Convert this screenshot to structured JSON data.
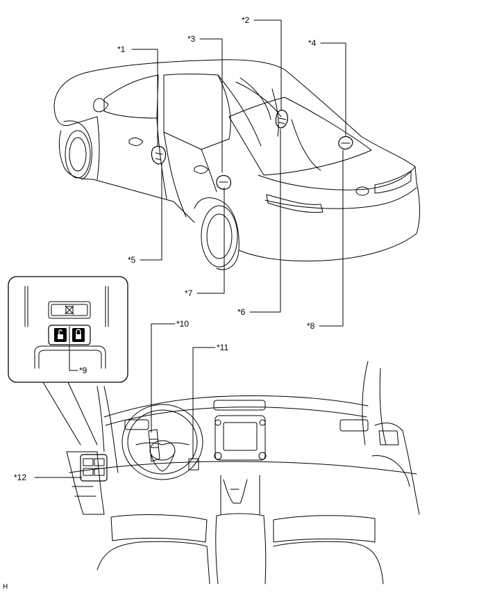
{
  "callouts": {
    "c1": "*1",
    "c2": "*2",
    "c3": "*3",
    "c4": "*4",
    "c5": "*5",
    "c6": "*6",
    "c7": "*7",
    "c8": "*8",
    "c9": "*9",
    "c10": "*10",
    "c11": "*11",
    "c12": "*12"
  },
  "corner_mark": "H"
}
